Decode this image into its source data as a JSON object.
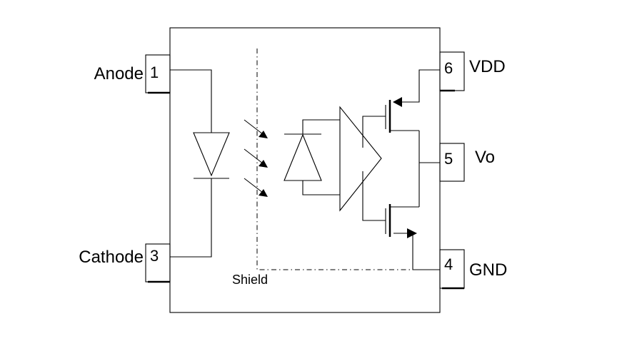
{
  "pins": [
    {
      "number": "1",
      "name": "Anode"
    },
    {
      "number": "3",
      "name": "Cathode"
    },
    {
      "number": "6",
      "name": "VDD"
    },
    {
      "number": "5",
      "name": "Vo"
    },
    {
      "number": "4",
      "name": "GND"
    }
  ],
  "shield_label": "Shield"
}
